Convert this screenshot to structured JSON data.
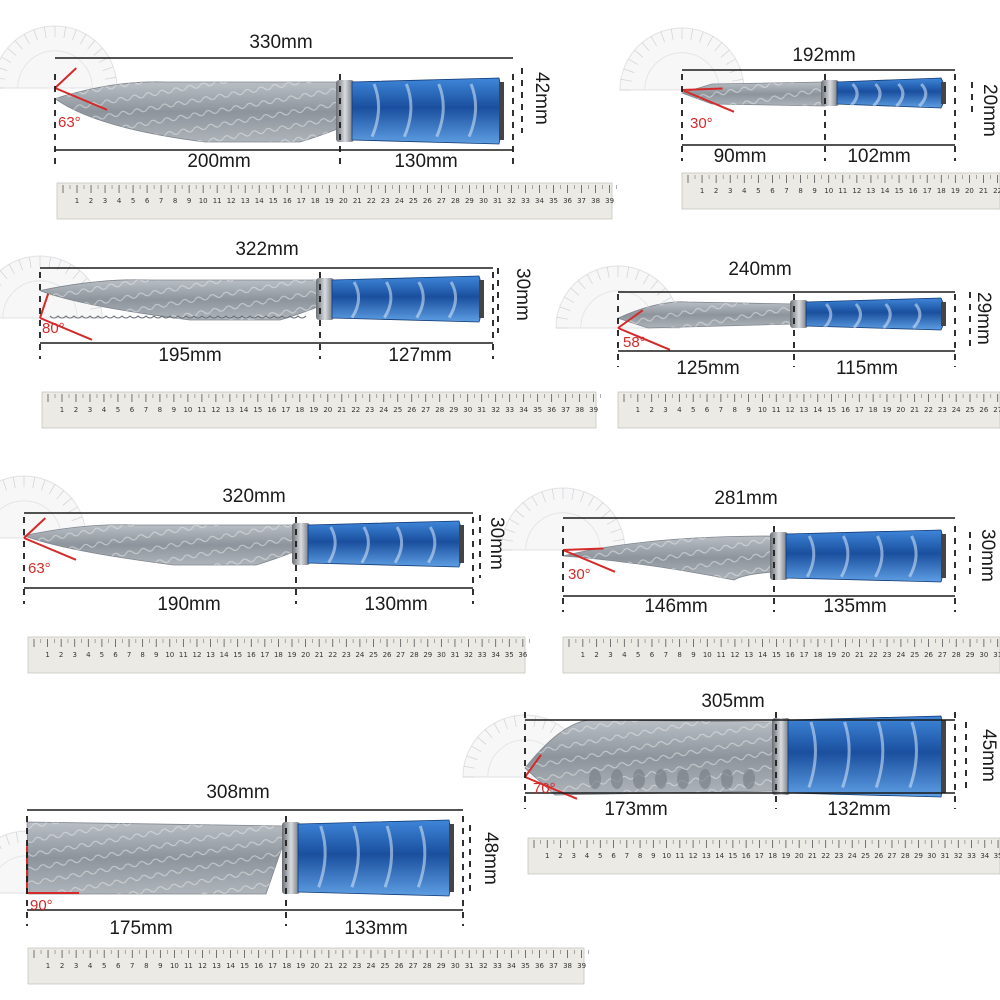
{
  "colors": {
    "dimension_line": "#1a1a1a",
    "angle": "#d42a2a",
    "blade": "#9aa1a8",
    "handle": "#1f5fb5",
    "ruler": "#eceae4",
    "protractor": "#c9ccd0"
  },
  "knives": [
    {
      "id": "chef",
      "total": "330mm",
      "blade": "200mm",
      "handle": "130mm",
      "height": "42mm",
      "angle": "63°",
      "ruler_max": 39
    },
    {
      "id": "utility",
      "total": "192mm",
      "blade": "90mm",
      "handle": "102mm",
      "height": "20mm",
      "angle": "30°",
      "ruler_max": 22
    },
    {
      "id": "bread",
      "total": "322mm",
      "blade": "195mm",
      "handle": "127mm",
      "height": "30mm",
      "angle": "80°",
      "ruler_max": 39
    },
    {
      "id": "santoku-small",
      "total": "240mm",
      "blade": "125mm",
      "handle": "115mm",
      "height": "29mm",
      "angle": "58°",
      "ruler_max": 27
    },
    {
      "id": "slicer",
      "total": "320mm",
      "blade": "190mm",
      "handle": "130mm",
      "height": "30mm",
      "angle": "63°",
      "ruler_max": 36
    },
    {
      "id": "boning",
      "total": "281mm",
      "blade": "146mm",
      "handle": "135mm",
      "height": "30mm",
      "angle": "30°",
      "ruler_max": 31
    },
    {
      "id": "santoku",
      "total": "305mm",
      "blade": "173mm",
      "handle": "132mm",
      "height": "45mm",
      "angle": "70°",
      "ruler_max": 35
    },
    {
      "id": "cleaver",
      "total": "308mm",
      "blade": "175mm",
      "handle": "133mm",
      "height": "48mm",
      "angle": "90°",
      "ruler_max": 39
    }
  ]
}
